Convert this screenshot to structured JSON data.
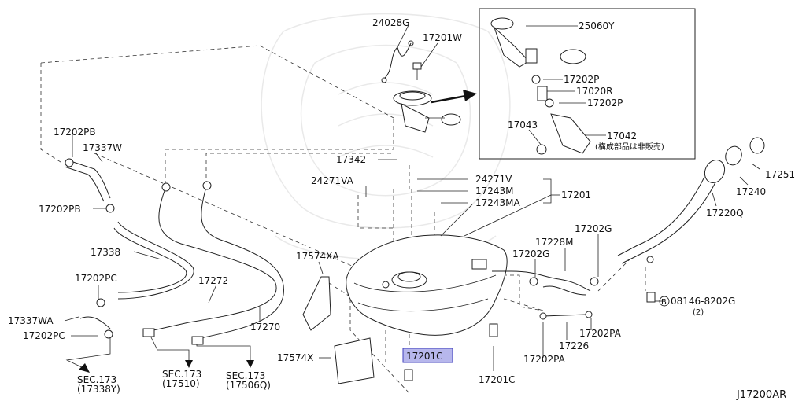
{
  "labels": {
    "p24028G": "24028G",
    "p17201W": "17201W",
    "p25060Y": "25060Y",
    "p17202P_a": "17202P",
    "p17020R": "17020R",
    "p17202P_b": "17202P",
    "p17043": "17043",
    "p17042": "17042",
    "p17042_note": "(構成部品は非販売)",
    "p17202PB_a": "17202PB",
    "p17337W": "17337W",
    "p17202PB_b": "17202PB",
    "p17342": "17342",
    "p24271VA": "24271VA",
    "p24271V": "24271V",
    "p17243M": "17243M",
    "p17243MA": "17243MA",
    "p17201": "17201",
    "p17251": "17251",
    "p17240": "17240",
    "p17220Q": "17220Q",
    "p17338": "17338",
    "p17574XA": "17574XA",
    "p17228M": "17228M",
    "p17202G_a": "17202G",
    "p17202G_b": "17202G",
    "p17202PC_a": "17202PC",
    "p17272": "17272",
    "p08146": "08146-8202G",
    "p08146_circle": "B",
    "p08146_qty": "(2)",
    "p17337WA": "17337WA",
    "p17270": "17270",
    "p17202PA_a": "17202PA",
    "p17226": "17226",
    "p17202PC_b": "17202PC",
    "p17574X": "17574X",
    "p17201C_a": "17201C",
    "p17202PA_b": "17202PA",
    "p17201C_b": "17201C",
    "sec1": "SEC.173",
    "sec1_sub": "(17338Y)",
    "sec2": "SEC.173",
    "sec2_sub": "(17510)",
    "sec3": "SEC.173",
    "sec3_sub": "(17506Q)",
    "diagram_id": "J17200AR"
  },
  "highlight_color": "#b7b7ec"
}
